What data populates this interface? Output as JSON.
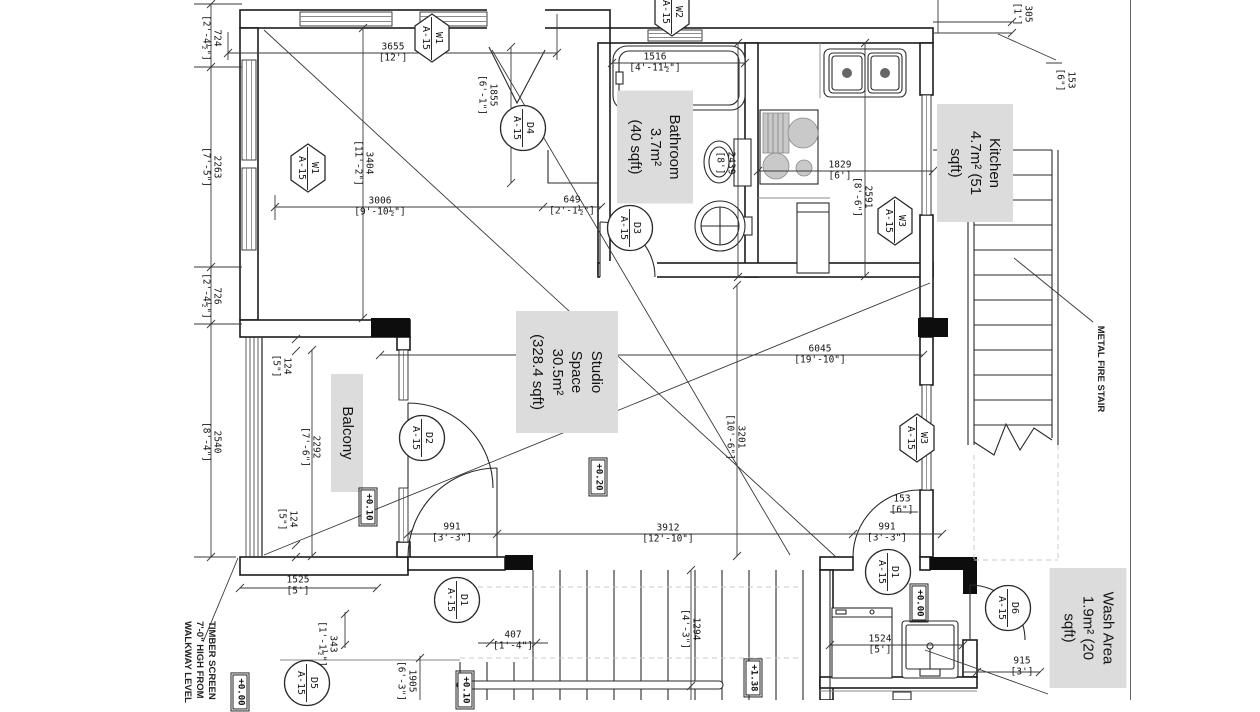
{
  "drawing": {
    "type": "architectural floor plan (rotated 90°)",
    "colors": {
      "label_bg": "#dcdcdc",
      "line": "#1c1c1c",
      "sheet_border": "#666666",
      "background": "#ffffff"
    }
  },
  "rooms": {
    "studio": {
      "label": "Studio\nSpace\n30.5m²\n(328.4 sqft)"
    },
    "bathroom": {
      "label": "Bathroom\n3.7m²\n(40 sqft)"
    },
    "kitchen": {
      "label": "Kitchen\n4.7m² (51\nsqft)"
    },
    "balcony": {
      "label": "Balcony"
    },
    "wash": {
      "label": "Wash Area\n1.9m² (20\nsqft)"
    }
  },
  "notes": {
    "fire_stair": "METAL FIRE STAIR",
    "timber_screen": "TIMBER SCREEN\n7'-0\" HIGH FROM\nWALKWAY LEVEL"
  },
  "levels": {
    "plus_020": "+0.20",
    "plus_010": "+0.10",
    "plus_000": "+0.00",
    "plus_138": "+1.38",
    "plus_010b": "+0.10",
    "plus_000b": "+0.00"
  },
  "tags": {
    "w1a": {
      "code": "W1",
      "sheet": "A-15"
    },
    "w1b": {
      "code": "W1",
      "sheet": "A-15"
    },
    "w2": {
      "code": "W2",
      "sheet": "A-15"
    },
    "w3a": {
      "code": "W3",
      "sheet": "A-15"
    },
    "w3b": {
      "code": "W3",
      "sheet": "A-15"
    },
    "d1a": {
      "code": "D1",
      "sheet": "A-15"
    },
    "d1b": {
      "code": "D1",
      "sheet": "A-15"
    },
    "d2": {
      "code": "D2",
      "sheet": "A-15"
    },
    "d3": {
      "code": "D3",
      "sheet": "A-15"
    },
    "d4": {
      "code": "D4",
      "sheet": "A-15"
    },
    "d5": {
      "code": "D5",
      "sheet": "A-15"
    },
    "d6": {
      "code": "D6",
      "sheet": "A-15"
    }
  },
  "dims": {
    "d724": {
      "mm": "724",
      "ft": "[2'-4½\"]"
    },
    "d2263": {
      "mm": "2263",
      "ft": "[7'-5\"]"
    },
    "d726": {
      "mm": "726",
      "ft": "[2'-4½\"]"
    },
    "d2540": {
      "mm": "2540",
      "ft": "[8'-4\"]"
    },
    "d3655": {
      "mm": "3655",
      "ft": "[12']"
    },
    "d3006": {
      "mm": "3006",
      "ft": "[9'-10½\"]"
    },
    "d649": {
      "mm": "649",
      "ft": "[2'-1½\"]"
    },
    "d1855": {
      "mm": "1855",
      "ft": "[6'-1\"]"
    },
    "d3404": {
      "mm": "3404",
      "ft": "[11'-2\"]"
    },
    "d1516": {
      "mm": "1516",
      "ft": "[4'-11½\"]"
    },
    "d2439": {
      "mm": "2439",
      "ft": "[8']"
    },
    "d1829": {
      "mm": "1829",
      "ft": "[6']"
    },
    "d2591": {
      "mm": "2591",
      "ft": "[8'-6\"]"
    },
    "d305": {
      "mm": "305",
      "ft": "[1']"
    },
    "d153a": {
      "mm": "153",
      "ft": "[6\"]"
    },
    "d6045": {
      "mm": "6045",
      "ft": "[19'-10\"]"
    },
    "d3201": {
      "mm": "3201",
      "ft": "[10'-6\"]"
    },
    "d124a": {
      "mm": "124",
      "ft": "[5\"]"
    },
    "d2292": {
      "mm": "2292",
      "ft": "[7'-6\"]"
    },
    "d124b": {
      "mm": "124",
      "ft": "[5\"]"
    },
    "d991a": {
      "mm": "991",
      "ft": "[3'-3\"]"
    },
    "d3912": {
      "mm": "3912",
      "ft": "[12'-10\"]"
    },
    "d991b": {
      "mm": "991",
      "ft": "[3'-3\"]"
    },
    "d153b": {
      "mm": "153",
      "ft": "[6\"]"
    },
    "d1525": {
      "mm": "1525",
      "ft": "[5']"
    },
    "d343": {
      "mm": "343",
      "ft": "[1'-1½\"]"
    },
    "d1905": {
      "mm": "1905",
      "ft": "[6'-3\"]"
    },
    "d407": {
      "mm": "407",
      "ft": "[1'-4\"]"
    },
    "d1294": {
      "mm": "1294",
      "ft": "[4'-3\"]"
    },
    "d1524": {
      "mm": "1524",
      "ft": "[5']"
    },
    "d915": {
      "mm": "915",
      "ft": "[3']"
    }
  }
}
